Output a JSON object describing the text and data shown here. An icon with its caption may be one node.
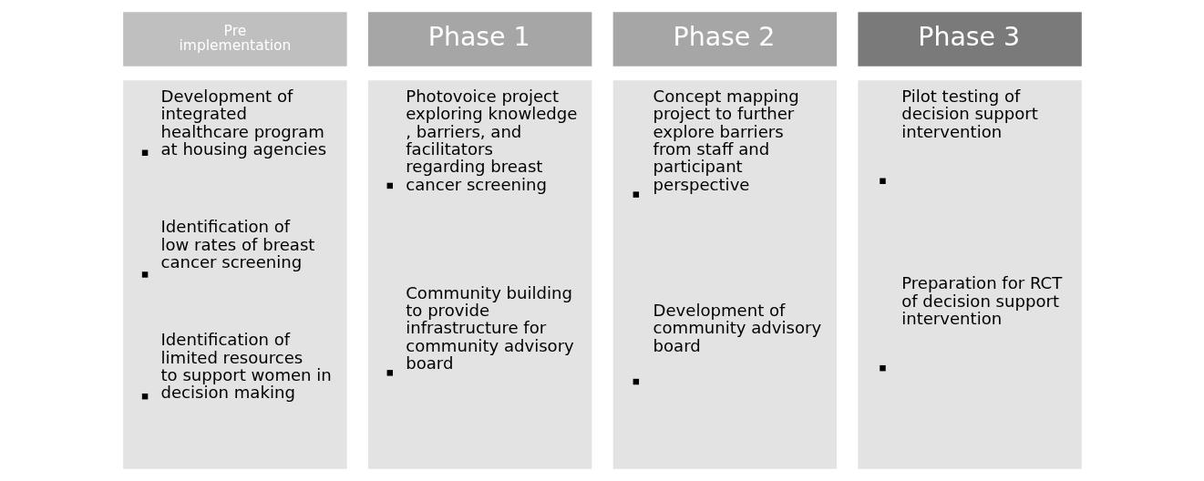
{
  "diagram": {
    "nodes": [
      {
        "text": [
          "Pre implementation",
          "Development of integrated healthcare program at housing agencies",
          "Identification of low rates of breast cancer screening",
          "Identification of limited resources to support women in decision making"
        ]
      },
      {
        "text": [
          "Phase 1",
          "Photovoice project exploring knowledge , barriers, and facilitators regarding breast cancer screening",
          "Community building to provide infrastructure for community advisory board"
        ]
      },
      {
        "text": [
          "Phase 2",
          "Concept mapping project to further explore barriers from staff and participant perspective",
          "Development of community advisory board"
        ]
      },
      {
        "text": [
          "Phase 3",
          "Pilot testing of decision support intervention",
          "Preparation for RCT of decision support intervention"
        ]
      }
    ],
    "edges": []
  }
}
